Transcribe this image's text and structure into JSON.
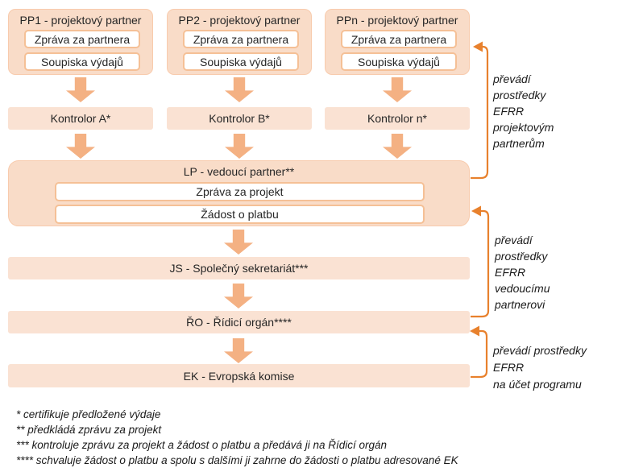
{
  "colors": {
    "group_fill": "#F9DCC8",
    "group_border": "#F8CBAD",
    "bar_fill": "#FAE2D3",
    "arrow_fill": "#F4B183",
    "connector_line": "#E8812D",
    "text": "#262626"
  },
  "partners": [
    {
      "title": "PP1 - projektový partner",
      "items": [
        "Zpráva za partnera",
        "Soupiska výdajů"
      ]
    },
    {
      "title": "PP2 - projektový partner",
      "items": [
        "Zpráva za partnera",
        "Soupiska výdajů"
      ]
    },
    {
      "title": "PPn - projektový partner",
      "items": [
        "Zpráva za partnera",
        "Soupiska výdajů"
      ]
    }
  ],
  "controllers": [
    "Kontrolor A*",
    "Kontrolor B*",
    "Kontrolor n*"
  ],
  "lead_partner": {
    "title": "LP - vedoucí partner**",
    "items": [
      "Zpráva za projekt",
      "Žádost o platbu"
    ]
  },
  "secretariat": "JS - Společný sekretariát***",
  "managing_authority": "ŘO - Řídicí orgán****",
  "commission": "EK - Evropská komise",
  "annotations": [
    "převádí\nprostředky\nEFRR\nprojektovým\npartnerům",
    "převádí\nprostředky\nEFRR\nvedoucímu\npartnerovi",
    "převádí prostředky EFRR\nna účet programu"
  ],
  "footnotes": [
    "* certifikuje předložené výdaje",
    "** předkládá zprávu za projekt",
    "*** kontroluje zprávu za projekt a žádost o platbu a předává ji na Řídicí orgán",
    "**** schvaluje žádost o platbu a spolu s dalšími ji zahrne do žádosti o platbu adresované EK"
  ]
}
